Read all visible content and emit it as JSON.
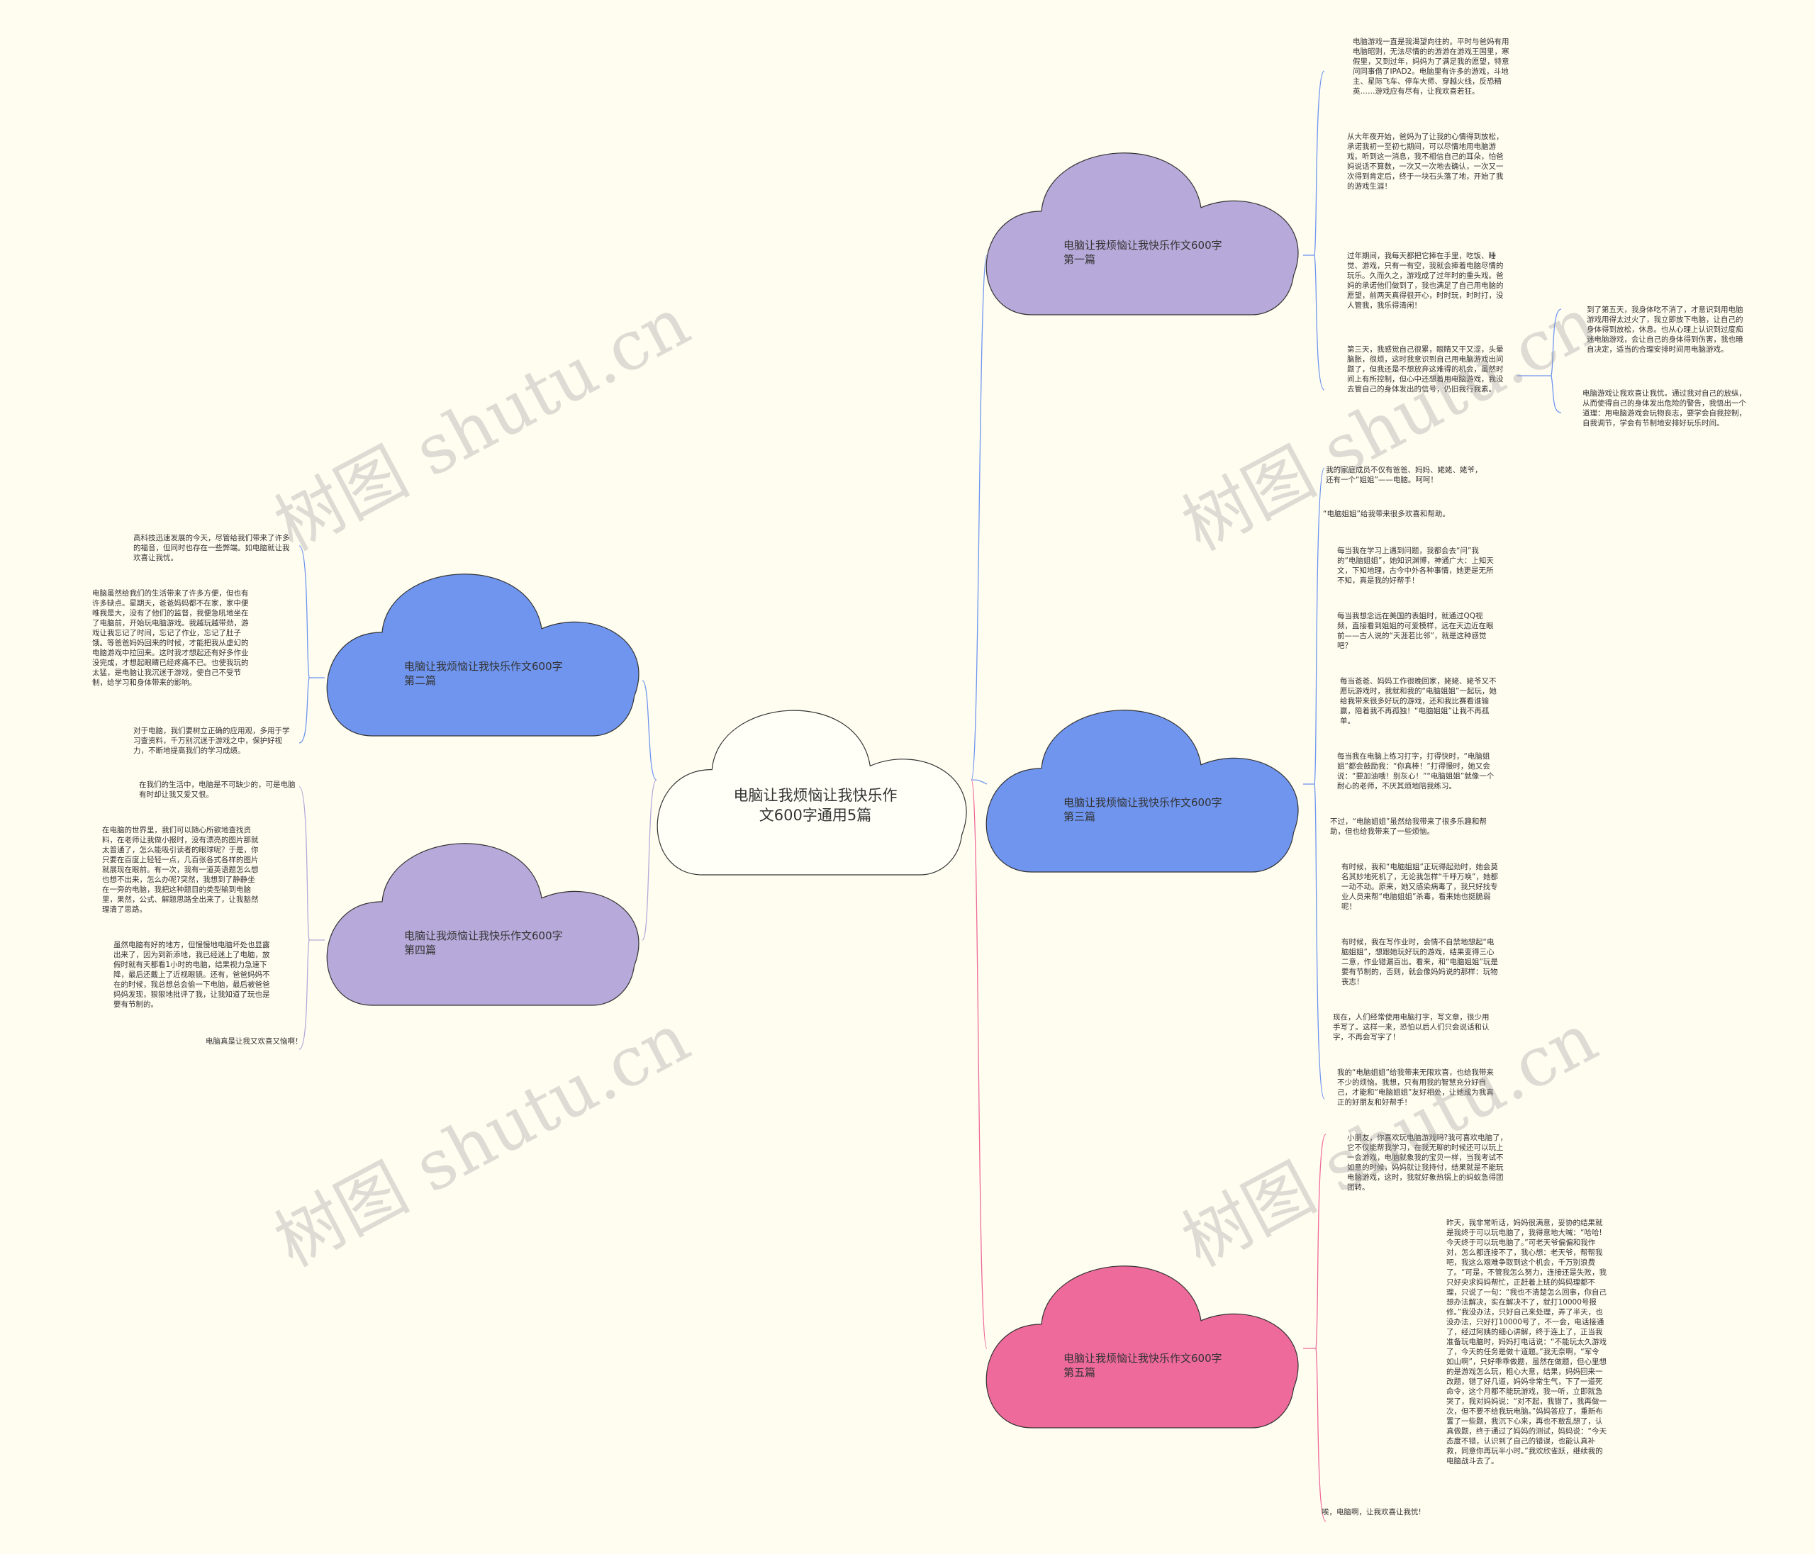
{
  "root": {
    "label": "电脑让我烦恼让我快乐作\n文600字通用5篇"
  },
  "branches": [
    {
      "id": "b1",
      "label": "电脑让我烦恼让我快乐作文600字\n第一篇",
      "color": "#b7a9d9",
      "leaves": [
        "电脑游戏一直是我渴望向往的。平时与爸妈有用电脑昭则，无法尽情的的游游在游戏王国里，寒假里，又到过年，妈妈为了满足我的愿望，特意问同事借了IPAD2。电脑里有许多的游戏，斗地主、星际飞车、停车大师、穿越火线，反恐精英……游戏应有尽有，让我欢喜若狂。",
        "从大年夜开始，爸妈为了让我的心情得到放松，承诺我初一至初七期间，可以尽情地用电脑游戏。听到这一消息，我不相信自己的耳朵，怕爸妈说话不算数，一次又一次地去确认，一次又一次得到肯定后，终于一块石头落了地，开始了我的游戏生涯！",
        "过年期间，我每天都把它捧在手里，吃饭、睡觉、游戏，只有一有空，我就会捧着电脑尽情的玩乐。久而久之，游戏成了过年时的重头戏。爸妈的承诺他们做到了，我也满足了自己用电脑的愿望，前两天真得很开心，时时玩，时时打，没人管我，我乐得清闲！",
        "第三天，我感觉自己很累，眼睛又干又涩，头晕脑胀，很烦，这时我意识到自己用电脑游戏出问题了，但我还是不想放弃这难得的机会，虽然时间上有所控制，但心中还想着用电脑游戏，我没去管自己的身体发出的信号，仍旧我行我素。"
      ],
      "subleaves": [
        "到了第五天，我身体吃不消了，才意识到用电脑游戏用得太过火了，我立即放下电脑，让自己的身体得到放松，休息。也从心理上认识到过度痴迷电脑游戏，会让自己的身体得到伤害，我也暗自决定，适当的合理安排时间用电脑游戏。",
        "电脑游戏让我欢喜让我忧。通过我对自己的放纵，从而使得自己的身体发出危险的警告，我悟出一个道理：用电脑游戏会玩物丧志，要学会自我控制，自我调节，学会有节制地安排好玩乐时间。"
      ]
    },
    {
      "id": "b3",
      "label": "电脑让我烦恼让我快乐作文600字\n第三篇",
      "color": "#6f95ef",
      "leaves": [
        "我的家庭成员不仅有爸爸、妈妈、姥姥、姥爷，还有一个“姐姐”——电脑。呵呵！",
        "“电脑姐姐”给我带来很多欢喜和帮助。",
        "每当我在学习上遇到问题，我都会去“问”我的“电脑姐姐”，她知识渊博，神通广大：上知天文，下知地理，古今中外各种事情，她更是无所不知，真是我的好帮手！",
        "每当我想念远在美国的表姐时，就通过QQ视频，直接看到姐姐的可爱模样，远在天边近在眼前——古人说的“天涯若比邻”，就是这种感觉吧？",
        "每当爸爸、妈妈工作很晚回家，姥姥、姥爷又不愿玩游戏时，我就和我的“电脑姐姐”一起玩，她给我带来很多好玩的游戏，还和我比赛看谁输赢，陪着我不再孤独！“电脑姐姐”让我不再孤单。",
        "每当我在电脑上练习打字，打得快时，“电脑姐姐”都会鼓励我：“你真棒！”打得慢时，她又会说：“要加油哦！别灰心！”“电脑姐姐”就像一个耐心的老师，不厌其烦地陪我练习。",
        "不过，“电脑姐姐”虽然给我带来了很多乐趣和帮助，但也给我带来了一些烦恼。",
        "有时候，我和“电脑姐姐”正玩得起劲时，她会莫名其妙地死机了，无论我怎样“千呼万唤”，她都一动不动。原来，她又感染病毒了，我只好找专业人员来帮“电脑姐姐”杀毒，看来她也挺脆弱呢！",
        "有时候，我在写作业时，会情不自禁地想起“电脑姐姐”，想跟她玩好玩的游戏，结果变得三心二意，作业错漏百出。看来，和“电脑姐姐”玩是要有节制的，否则，就会像妈妈说的那样：玩物丧志！",
        "现在，人们经常使用电脑打字，写文章，很少用手写了。这样一来，恐怕以后人们只会说话和认字，不再会写字了！",
        "我的“电脑姐姐”给我带来无限欢喜，也给我带来不少的烦恼。我想，只有用我的智慧充分好自己，才能和“电脑姐姐”友好相处，让她成为我真正的好朋友和好帮手！"
      ]
    },
    {
      "id": "b5",
      "label": "电脑让我烦恼让我快乐作文600字\n第五篇",
      "color": "#ee6a9a",
      "leaves": [
        "小朋友，你喜欢玩电脑游戏吗?我可喜欢电脑了，它不仅能帮我学习，在我无聊的时候还可以玩上一会游戏，电脑就象我的宝贝一样，当我考试不如意的时候，妈妈就让我持付，结果就是不能玩电脑游戏，这时，我就好象热锅上的蚂蚁急得团团转。",
        "昨天，我非常听话，妈妈很满意，妥协的结果就是我终于可以玩电脑了，我得意地大喊：“哈哈!今天终于可以玩电脑了。”可老天爷偏偏和我作对，怎么都连接不了，我心想：老天爷，帮帮我吧，我这么艰难争取到这个机会，千万别浪费了。“可是，不管我怎么努力，连接还是失败，我只好央求妈妈帮忙，正赶着上班的妈妈理都不理，只说了一句：“我也不清楚怎么回事，你自己想办法解决，实在解决不了，就打10000号报修。”我没办法，只好自己来处理，弄了半天，也没办法，只好打10000号了，不一会，电话接通了，经过阿姨的细心讲解，终于连上了，正当我准备玩电脑时，妈妈打电话说：“不能玩太久游戏了，今天的任务是做十道题。”我无奈啊，“军令如山啊”，只好乖乖做题，虽然在做题，但心里想的是游戏怎么玩，粗心大意，结果，妈妈回来一改题，错了好几道，妈妈非常生气，下了一道死命令，这个月都不能玩游戏，我一听，立即就急哭了，我对妈妈说：“对不起，我错了，我再做一次，但不要不给我玩电脑。”妈妈答应了，重新布置了一些题，我沉下心来，再也不敢乱想了，认真做题，终于通过了妈妈的测试，妈妈说：“今天态度不错，认识到了自己的错误，也能认真补救，同意你再玩半小时。”我欢欣雀跃，继续我的电脑战斗去了。",
        "唉，电脑啊，让我欢喜让我忧!"
      ]
    },
    {
      "id": "b2",
      "label": "电脑让我烦恼让我快乐作文600字\n第二篇",
      "color": "#6f95ef",
      "leaves": [
        "高科技迅速发展的今天，尽管给我们带来了许多的福音，但同时也存在一些弊端。如电脑就让我欢喜让我忧。",
        "电脑虽然给我们的生活带来了许多方便，但也有许多缺点。星期天，爸爸妈妈都不在家，家中便唯我是大，没有了他们的监督，我便急吼地坐在了电脑前，开始玩电脑游戏。我越玩越带劲，游戏让我忘记了时间，忘记了作业，忘记了肚子饿。等爸爸妈妈回来的时候，才能把我从虚幻的电脑游戏中拉回来。这时我才想起还有好多作业没完成，才想起眼睛已经疼痛不已。也使我玩的太猛，是电脑让我沉迷于游戏，使自己不受节制，给学习和身体带来的影响。",
        "对于电脑，我们要树立正确的应用观，多用于学习查资料，千万别沉迷于游戏之中，保护好视力，不断地提高我们的学习成绩。"
      ]
    },
    {
      "id": "b4",
      "label": "电脑让我烦恼让我快乐作文600字\n第四篇",
      "color": "#b7a9d9",
      "leaves": [
        "在我们的生活中，电脑是不可缺少的，可是电脑有时却让我又爱又恨。",
        "在电脑的世界里，我们可以随心所欲地查找资料，在老师让我做小报时，没有漂亮的图片那就太普通了，怎么能吸引读者的眼球呢？于是，你只要在百度上轻轻一点，几百张各式各样的图片就展现在眼前。有一次，我有一道英语题怎么想也想不出来，怎么办呢?突然，我想到了静静坐在一旁的电脑，我把这种题目的类型输到电脑里，果然，公式、解题思路全出来了，让我豁然理清了思路。",
        "虽然电脑有好的地方，但慢慢地电脑坏处也显露出来了，因为到新添地，我已经迷上了电脑，放假时就有天都看1小时的电脑，结果视力急速下降，最后还戴上了近视眼镜。还有，爸爸妈妈不在的时候，我总想总会偷一下电脑，最后被爸爸妈妈发现，狠狠地批评了我，让我知道了玩也是要有节制的。",
        "电脑真是让我又欢喜又恼啊！"
      ]
    }
  ],
  "watermark": "树图 shutu.cn"
}
